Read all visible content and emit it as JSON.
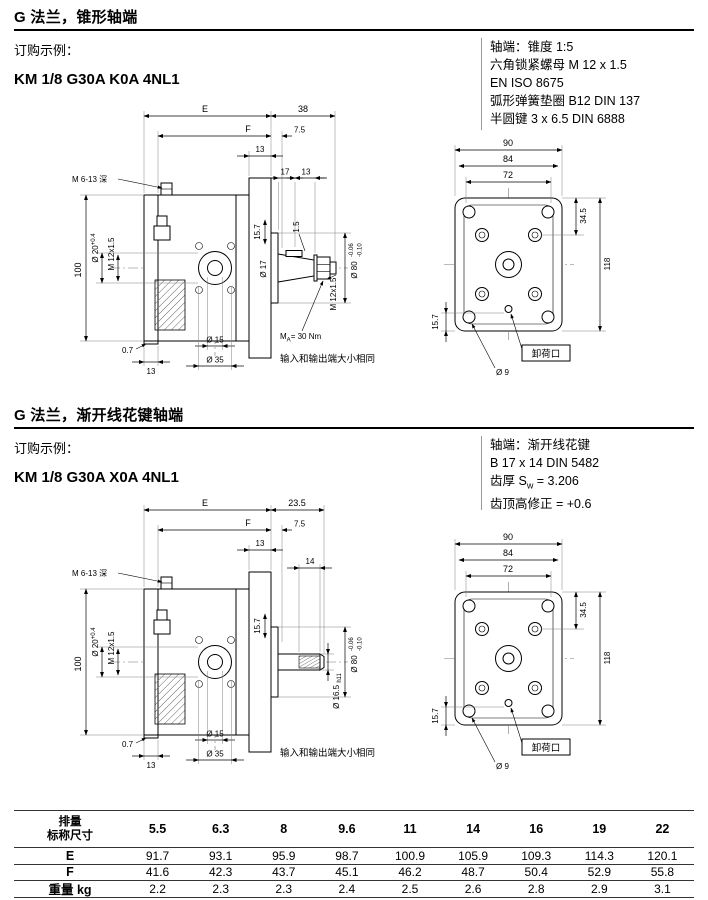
{
  "s1": {
    "title": "G 法兰，锥形轴端",
    "order_label": "订购示例：",
    "order_code": "KM 1/8 G30A K0A 4NL1",
    "notes": [
      "轴端：锥度 1:5",
      "六角锁紧螺母 M 12 x 1.5",
      "EN ISO 8675",
      "弧形弹簧垫圈 B12 DIN 137",
      "半圆键 3 x 6.5 DIN 6888"
    ],
    "side": {
      "dim_e": "E",
      "dim_38": "38",
      "dim_f": "F",
      "dim_7_5": "7.5",
      "dim_13": "13",
      "dim_17": "17",
      "dim_13b": "13",
      "thread_note": "M 6-13 深",
      "dim_15_7": "15.7",
      "dim_100": "100",
      "dia20": "Ø 20",
      "dia20_tol": "+0.4",
      "m12_port": "M 12x1.5",
      "dia17": "Ø 17",
      "dim_1_5": "1.5",
      "dia80": "Ø 80",
      "dia80_tol_hi": "-0.06",
      "dia80_tol_lo": "-0.10",
      "m12_shaft": "M 12x1.5",
      "torque_m": "M",
      "torque_sub": "A",
      "torque_rest": "= 30 Nm",
      "dim_0_7": "0.7",
      "dim_13c": "13",
      "dia15": "Ø 15",
      "dia35": "Ø 35",
      "ports_note": "输入和输出端大小相同"
    },
    "front": {
      "dim_90": "90",
      "dim_84": "84",
      "dim_72": "72",
      "dim_34_5": "34.5",
      "dim_118": "118",
      "dim_15_7": "15.7",
      "dia9": "Ø 9",
      "relief": "卸荷口"
    }
  },
  "s2": {
    "title": "G 法兰，渐开线花键轴端",
    "order_label": "订购示例：",
    "order_code": "KM 1/8 G30A X0A 4NL1",
    "notes": [
      "轴端：渐开线花键",
      "B 17 x 14 DIN 5482"
    ],
    "note_sw": {
      "a": "齿厚 S",
      "sub": "w",
      "b": " = 3.206"
    },
    "note_last": "齿顶高修正 = +0.6",
    "side": {
      "dim_e": "E",
      "dim_23_5": "23.5",
      "dim_f": "F",
      "dim_7_5": "7.5",
      "dim_13": "13",
      "dim_14": "14",
      "thread_note": "M 6-13 深",
      "dim_15_7": "15.7",
      "dim_100": "100",
      "dia20": "Ø 20",
      "dia20_tol": "+0.4",
      "m12_port": "M 12x1.5",
      "dia80": "Ø 80",
      "dia80_tol_hi": "-0.06",
      "dia80_tol_lo": "-0.10",
      "dia16_5": "Ø 16.5",
      "dia16_5_sub": "h11",
      "dim_0_7": "0.7",
      "dim_13c": "13",
      "dia15": "Ø 15",
      "dia35": "Ø 35",
      "ports_note": "输入和输出端大小相同"
    },
    "front": {
      "dim_90": "90",
      "dim_84": "84",
      "dim_72": "72",
      "dim_34_5": "34.5",
      "dim_118": "118",
      "dim_15_7": "15.7",
      "dia9": "Ø 9",
      "relief": "卸荷口"
    }
  },
  "table": {
    "row_header_1": "排量",
    "row_header_2": "标称尺寸",
    "sizes": [
      "5.5",
      "6.3",
      "8",
      "9.6",
      "11",
      "14",
      "16",
      "19",
      "22"
    ],
    "rows": [
      {
        "label": "E",
        "values": [
          "91.7",
          "93.1",
          "95.9",
          "98.7",
          "100.9",
          "105.9",
          "109.3",
          "114.3",
          "120.1"
        ]
      },
      {
        "label": "F",
        "values": [
          "41.6",
          "42.3",
          "43.7",
          "45.1",
          "46.2",
          "48.7",
          "50.4",
          "52.9",
          "55.8"
        ]
      },
      {
        "label": "重量 kg",
        "values": [
          "2.2",
          "2.3",
          "2.3",
          "2.4",
          "2.5",
          "2.6",
          "2.8",
          "2.9",
          "3.1"
        ]
      }
    ]
  }
}
